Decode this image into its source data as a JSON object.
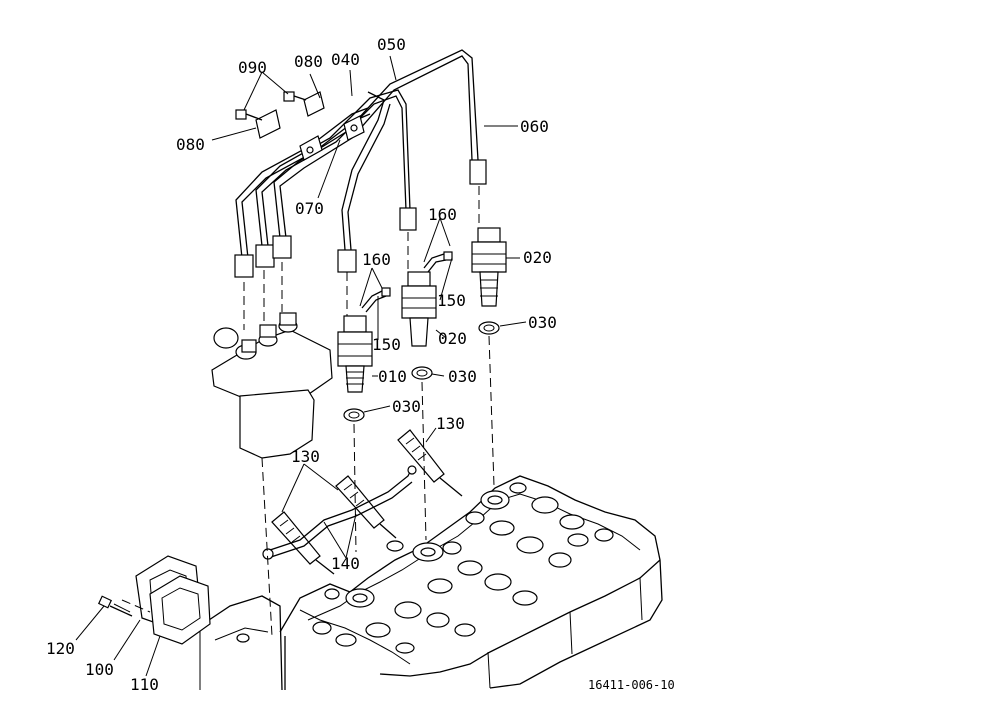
{
  "labels": {
    "l010": "010",
    "l020a": "020",
    "l020b": "020",
    "l030a": "030",
    "l030b": "030",
    "l030c": "030",
    "l040": "040",
    "l050": "050",
    "l060": "060",
    "l070": "070",
    "l080a": "080",
    "l080b": "080",
    "l090": "090",
    "l100": "100",
    "l110": "110",
    "l120": "120",
    "l130a": "130",
    "l130b": "130",
    "l140": "140",
    "l150a": "150",
    "l150b": "150",
    "l160a": "160",
    "l160b": "160"
  },
  "drawing_code": "16411-006-10"
}
